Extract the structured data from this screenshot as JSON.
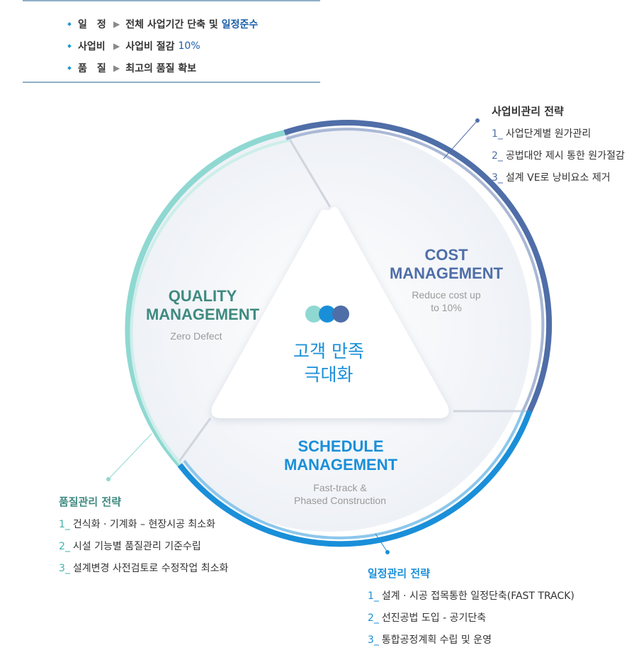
{
  "goals": [
    {
      "label": "일　정",
      "text": "전체 사업기간 단축 및",
      "highlight": "일정준수"
    },
    {
      "label": "사업비",
      "text": "사업비 절감",
      "highlight": "10%"
    },
    {
      "label": "품　질",
      "text": "최고의 품질 확보",
      "highlight": ""
    }
  ],
  "center": {
    "line1": "고객 만족",
    "line2": "극대화"
  },
  "sectors": {
    "cost": {
      "title1": "COST",
      "title2": "MANAGEMENT",
      "sub1": "Reduce cost up",
      "sub2": "to 10%"
    },
    "quality": {
      "title1": "QUALITY",
      "title2": "MANAGEMENT",
      "sub1": "Zero Defect"
    },
    "schedule": {
      "title1": "SCHEDULE",
      "title2": "MANAGEMENT",
      "sub1": "Fast-track &",
      "sub2": "Phased Construction"
    }
  },
  "strategies": {
    "cost": {
      "title": "사업비관리 전략",
      "items": [
        {
          "num": "1_",
          "text": "사업단계별 원가관리"
        },
        {
          "num": "2_",
          "text": "공법대안 제시 통한 원가절감"
        },
        {
          "num": "3_",
          "text": "설계 VE로 낭비요소 제거"
        }
      ]
    },
    "quality": {
      "title": "품질관리 전략",
      "items": [
        {
          "num": "1_",
          "text": "건식화 · 기계화 – 현장시공 최소화"
        },
        {
          "num": "2_",
          "text": "시설 기능별 품질관리 기준수립"
        },
        {
          "num": "3_",
          "text": "설계변경 사전검토로 수정작업 최소화"
        }
      ]
    },
    "schedule": {
      "title": "일정관리 전략",
      "items": [
        {
          "num": "1_",
          "text": "설계 · 시공 접목통한 일정단축(FAST TRACK)"
        },
        {
          "num": "2_",
          "text": "선진공법 도입 - 공기단축"
        },
        {
          "num": "3_",
          "text": "통합공정계획 수립 및 운영"
        }
      ]
    }
  },
  "colors": {
    "cost": "#4f6ea8",
    "quality": "#8fd8d2",
    "schedule": "#1a8fd9",
    "text_cost": "#4f6ea8",
    "text_quality": "#3f8a80",
    "text_schedule": "#1a8fd9",
    "accent": "#1a5ea8"
  }
}
